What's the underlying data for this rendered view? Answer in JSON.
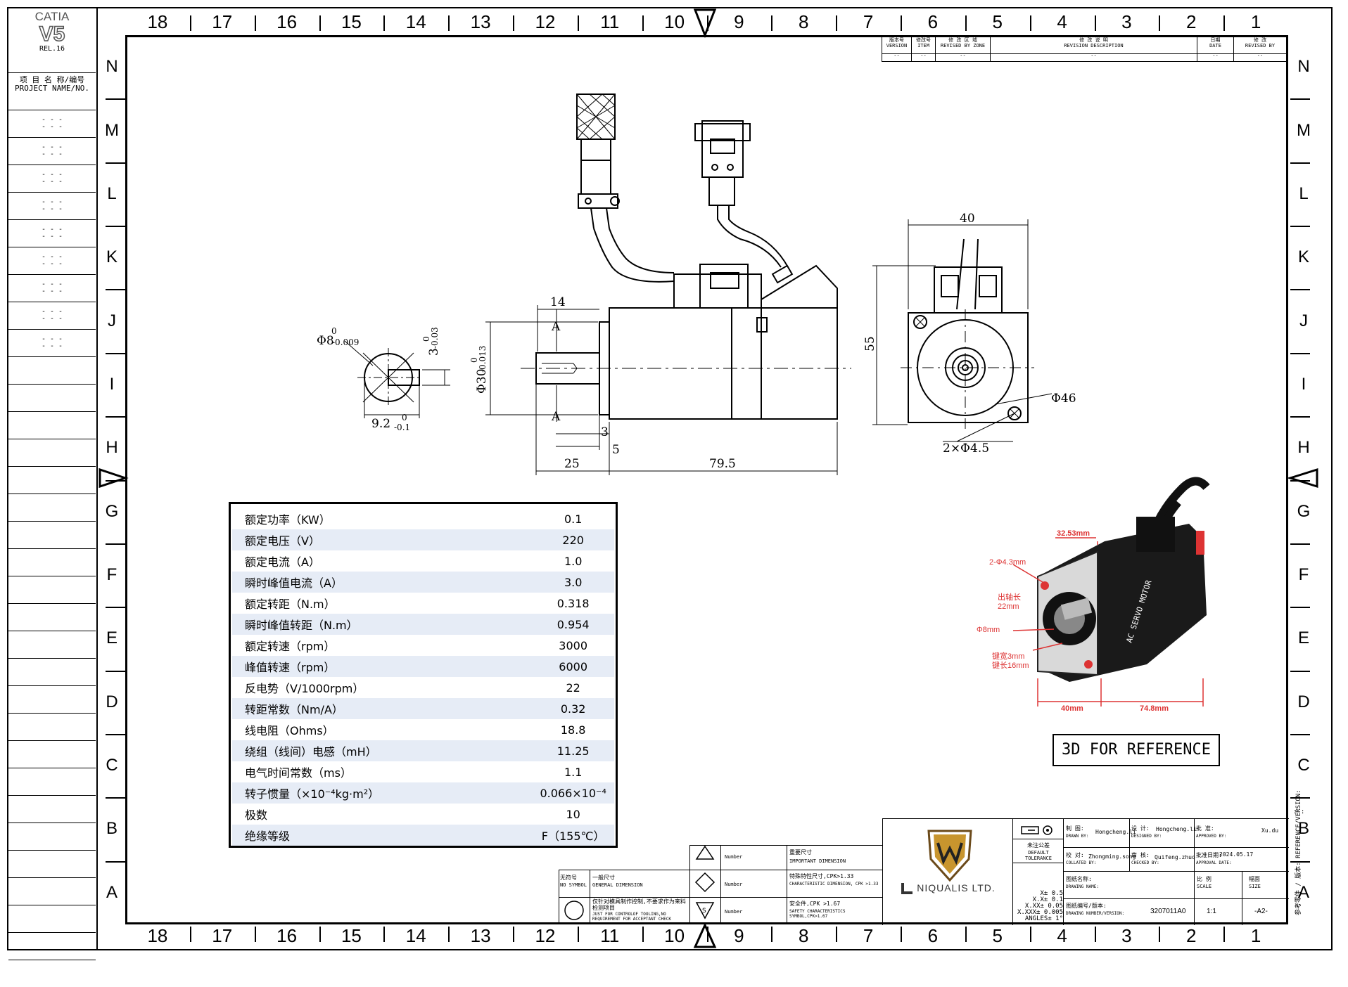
{
  "logo": {
    "brand": "CATIA",
    "version": "V5",
    "release": "REL.16"
  },
  "project": {
    "label_cn": "项 目 名 称/编号",
    "label_en": "PROJECT NAME/NO.",
    "rows": [
      "- - -\n- - -",
      "- - -\n- - -",
      "- - -\n- - -",
      "- - -\n- - -",
      "- - -\n- - -",
      "- - -\n- - -",
      "- - -\n- - -",
      "- - -\n- - -",
      "- - -\n- - -"
    ]
  },
  "columns": [
    "18",
    "17",
    "16",
    "15",
    "14",
    "13",
    "12",
    "11",
    "10",
    "9",
    "8",
    "7",
    "6",
    "5",
    "4",
    "3",
    "2",
    "1"
  ],
  "rows": [
    "N",
    "M",
    "L",
    "K",
    "J",
    "I",
    "H",
    "G",
    "F",
    "E",
    "D",
    "C",
    "B",
    "A"
  ],
  "revision_table": {
    "headers": [
      {
        "cn": "版本号",
        "en": "VERSION"
      },
      {
        "cn": "修改号",
        "en": "ITEM"
      },
      {
        "cn": "修 改 区 域",
        "en": "REVISED BY ZONE"
      },
      {
        "cn": "修 改 说 明",
        "en": "REVISION DESCRIPTION"
      },
      {
        "cn": "日期",
        "en": "DATE"
      },
      {
        "cn": "修 改",
        "en": "REVISED BY"
      }
    ],
    "values": [
      "--",
      "--",
      "--",
      "--",
      "--",
      "--"
    ]
  },
  "dimensions": {
    "shaft_dia": "Φ8",
    "shaft_tol": "-0.009",
    "key_width": "3",
    "key_tol": "-0.03",
    "key_depth": "9.2",
    "key_depth_tol": "-0.1",
    "pilot_dia": "Φ30",
    "pilot_tol": "-0.013",
    "pilot_len": "14",
    "section": "A",
    "len_shaft": "25",
    "len_body": "79.5",
    "dim3": "3",
    "dim5": "5",
    "flange_w": "40",
    "flange_h": "55",
    "bolt_circle": "Φ46",
    "holes": "2×Φ4.5",
    "zero": "0"
  },
  "specs": [
    {
      "name": "额定功率（KW）",
      "value": "0.1"
    },
    {
      "name": "额定电压（V）",
      "value": "220"
    },
    {
      "name": "额定电流（A）",
      "value": "1.0"
    },
    {
      "name": "瞬时峰值电流（A）",
      "value": "3.0"
    },
    {
      "name": "额定转距（N.m）",
      "value": "0.318"
    },
    {
      "name": "瞬时峰值转距（N.m）",
      "value": "0.954"
    },
    {
      "name": "额定转速（rpm）",
      "value": "3000"
    },
    {
      "name": "峰值转速（rpm）",
      "value": "6000"
    },
    {
      "name": "反电势（V/1000rpm）",
      "value": "22"
    },
    {
      "name": "转距常数（Nm/A）",
      "value": "0.32"
    },
    {
      "name": "线电阻（Ohms）",
      "value": "18.8"
    },
    {
      "name": "绕组（线间）电感（mH）",
      "value": "11.25"
    },
    {
      "name": "电气时间常数（ms）",
      "value": "1.1"
    },
    {
      "name": "转子惯量（×10⁻⁴kg·m²）",
      "value": "0.066×10⁻⁴"
    },
    {
      "name": "极数",
      "value": "10"
    },
    {
      "name": "绝缘等级",
      "value": "F（155℃）"
    }
  ],
  "photo": {
    "dims": [
      "32.53mm",
      "2-Φ4.3mm",
      "出轴长",
      "22mm",
      "Φ8mm",
      "键宽3mm",
      "键长16mm",
      "40mm",
      "74.8mm"
    ],
    "label_side": "AC SERVO MOTOR",
    "reference": "3D FOR REFERENCE"
  },
  "symbols": {
    "none_cn": "无符号",
    "none_en": "NO SYMBOL",
    "general_cn": "一般尺寸",
    "general_en": "GENERAL DIMENSION",
    "tooling_cn": "仅针对模具制作控制,不要求作为来料检测项目",
    "tooling_en": "JUST FOR CONTROLOF TOOLING,NO REQUIREMENT FOR ACCEPTANT CHECK",
    "number": "Number",
    "important_cn": "重要尺寸",
    "important_en": "IMPORTANT DIMENSION",
    "char_cn": "特殊特性尺寸,CPK>1.33",
    "char_en": "CHARACTERISTIC DIMENSION, CPK >1.33",
    "safety_cn": "安全件,CPK >1.67",
    "safety_en": "SAFETY CHARACTERISTICS SYMBOL,CPK>1.67"
  },
  "company": "NIQUALIS LTD.",
  "tolerance": {
    "cn": "未注公差",
    "en": "DEFAULT TOLERANCE",
    "lines": [
      "X± 0.5",
      "X.X± 0.1",
      "X.XX± 0.05",
      "X.XXX± 0.005",
      "ANGLES± 1°"
    ]
  },
  "title_block": {
    "drawn_cn": "制   图:",
    "drawn_en": "DRAWN BY:",
    "drawn": "Hongcheng.li",
    "designed_cn": "设   计:",
    "designed_en": "DESIGNED BY:",
    "designed": "Hongcheng.li",
    "approved_cn": "批   准:",
    "approved_en": "APPROVED BY:",
    "approved": "Xu.du",
    "collated_cn": "校   对:",
    "collated_en": "COLLATED BY:",
    "collated": "Zhongming.song",
    "checked_cn": "审   核:",
    "checked_en": "CHECKED BY:",
    "checked": "Quifeng.zhuo",
    "appdate_cn": "批准日期:",
    "appdate_en": "APPROVAL DATE:",
    "appdate": "2024.05.17",
    "name_cn": "图纸名称:",
    "name_en": "DRAWING NAME:",
    "scale_cn": "比 例",
    "scale_en": "SCALE",
    "scale": "1:1",
    "size_cn": "幅面",
    "size_en": "SIZE",
    "size": "-A2-",
    "number_cn": "图纸编号/版本:",
    "number_en": "DRAWING NUMBER/VERSION:",
    "number": "3207011A0",
    "ref_side": "参考零件 / 版本: REFERENCE/VERSION:"
  }
}
